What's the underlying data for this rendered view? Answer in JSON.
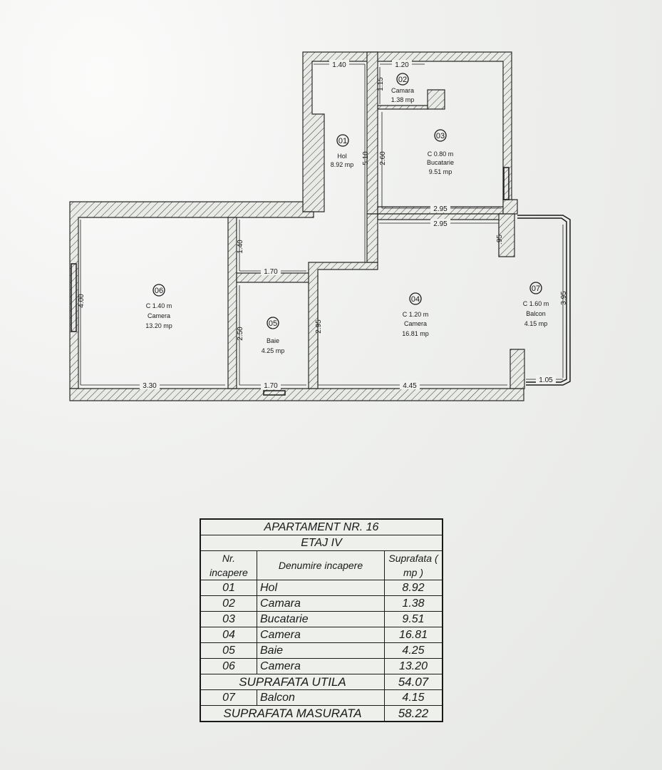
{
  "plan": {
    "rooms": [
      {
        "id": "01",
        "name": "Hol",
        "area": "8.92 mp",
        "height": ""
      },
      {
        "id": "02",
        "name": "Camara",
        "area": "1.38 mp",
        "height": ""
      },
      {
        "id": "03",
        "name": "Bucatarie",
        "area": "9.51 mp",
        "height": "C 0.80 m"
      },
      {
        "id": "04",
        "name": "Camera",
        "area": "16.81 mp",
        "height": "C 1.20 m"
      },
      {
        "id": "05",
        "name": "Baie",
        "area": "4.25 mp",
        "height": ""
      },
      {
        "id": "06",
        "name": "Camera",
        "area": "13.20 mp",
        "height": "C 1.40 m"
      },
      {
        "id": "07",
        "name": "Balcon",
        "area": "4.15 mp",
        "height": "C 1.60 m"
      }
    ],
    "dimensions": {
      "hol_width": "1.40",
      "camara_width": "1.20",
      "camara_depth": "1.15",
      "hol_length": "5.10",
      "bucatarie_depth": "2.60",
      "bucatarie_width": "2.95",
      "camera04_top": "2.95",
      "step": ".95",
      "camera06_depth": "4.00",
      "camera06_width": "3.30",
      "hall_depth": "1.40",
      "hall_width": "1.70",
      "baie_depth": "2.50",
      "baie_width": "1.70",
      "camera04_depth": "2.95",
      "camera04_width": "4.45",
      "balcon_length": "3.95",
      "balcon_width": "1.05"
    }
  },
  "table": {
    "title": "APARTAMENT NR. 16",
    "floor": "ETAJ IV",
    "headers": {
      "nr": "Nr. incapere",
      "name": "Denumire incapere",
      "area": "Suprafata ( mp )"
    },
    "rows": [
      {
        "nr": "01",
        "name": "Hol",
        "area": "8.92"
      },
      {
        "nr": "02",
        "name": "Camara",
        "area": "1.38"
      },
      {
        "nr": "03",
        "name": "Bucatarie",
        "area": "9.51"
      },
      {
        "nr": "04",
        "name": "Camera",
        "area": "16.81"
      },
      {
        "nr": "05",
        "name": "Baie",
        "area": "4.25"
      },
      {
        "nr": "06",
        "name": "Camera",
        "area": "13.20"
      }
    ],
    "useful_label": "SUPRAFATA UTILA",
    "useful_value": "54.07",
    "balcony": {
      "nr": "07",
      "name": "Balcon",
      "area": "4.15"
    },
    "measured_label": "SUPRAFATA MASURATA",
    "measured_value": "58.22"
  }
}
